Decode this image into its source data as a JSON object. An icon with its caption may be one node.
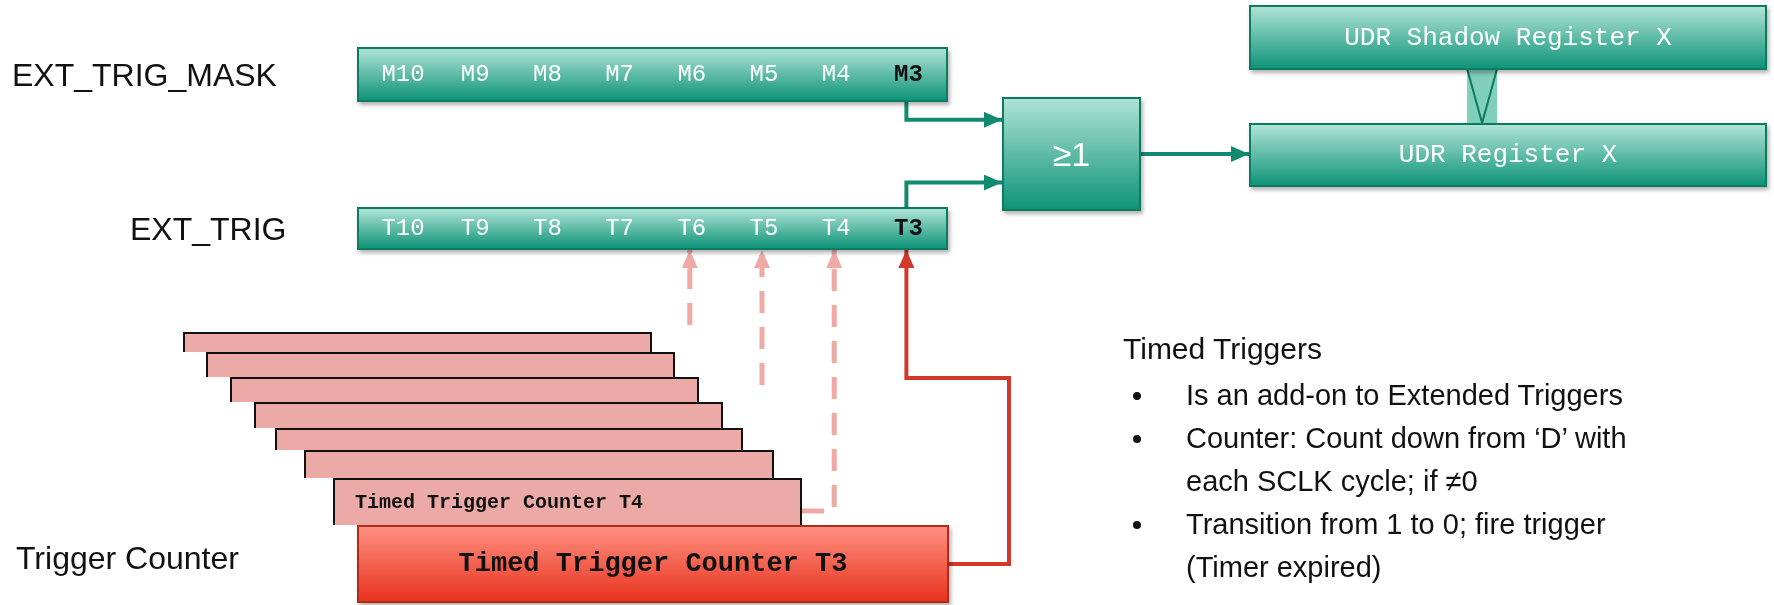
{
  "diagram": {
    "nodes": [
      {
        "text": [
          "EXT_TRIG_MASK"
        ]
      },
      {
        "text": [
          "M10"
        ],
        "in": 0
      },
      {
        "text": [
          "M9"
        ],
        "in": 0
      },
      {
        "text": [
          "M8"
        ],
        "in": 0
      },
      {
        "text": [
          "M7"
        ],
        "in": 0
      },
      {
        "text": [
          "M6"
        ],
        "in": 0
      },
      {
        "text": [
          "M5"
        ],
        "in": 0
      },
      {
        "text": [
          "M4"
        ],
        "in": 0
      },
      {
        "text": [
          "M3"
        ],
        "in": 0
      },
      {
        "text": [
          "≥1"
        ]
      },
      {
        "text": [
          "UDR Shadow Register X"
        ]
      },
      {
        "text": [
          "UDR Register X"
        ]
      },
      {
        "text": [
          "EXT_TRIG"
        ]
      },
      {
        "text": [
          "T10"
        ],
        "in": 12
      },
      {
        "text": [
          "T9"
        ],
        "in": 12
      },
      {
        "text": [
          "T8"
        ],
        "in": 12
      },
      {
        "text": [
          "T7"
        ],
        "in": 12
      },
      {
        "text": [
          "T6"
        ],
        "in": 12
      },
      {
        "text": [
          "T5"
        ],
        "in": 12
      },
      {
        "text": [
          "T4"
        ],
        "in": 12
      },
      {
        "text": [
          "T3"
        ],
        "in": 12
      },
      {
        "text": [],
        "shape": "box"
      },
      {
        "text": [],
        "shape": "box"
      },
      {
        "text": [],
        "shape": "box"
      },
      {
        "text": [],
        "shape": "box"
      },
      {
        "text": [],
        "shape": "box"
      },
      {
        "text": [],
        "shape": "box"
      },
      {
        "text": [
          "Timed Trigger Counter T4"
        ]
      },
      {
        "text": [
          "Timed Trigger Counter T3"
        ]
      }
    ],
    "edges": [
      {
        "from": 8,
        "to": 9,
        "arrow": "to"
      },
      {
        "from": 20,
        "to": 9,
        "arrow": "to"
      },
      {
        "from": 9,
        "to": 11,
        "arrow": "to"
      },
      {
        "from": 10,
        "to": 11,
        "arrow": "to",
        "style": "thick",
        "color": "#7fcfba"
      },
      {
        "from": 28,
        "to": 20,
        "arrow": "to",
        "color": "#d0392b"
      },
      {
        "from": 27,
        "to": 19,
        "arrow": "to",
        "style": "dashed",
        "color": "#f0aaa6"
      },
      {
        "from": null,
        "to": 18,
        "arrow": "to",
        "style": "dashed",
        "color": "#f0aaa6"
      },
      {
        "from": null,
        "to": 17,
        "arrow": "to",
        "style": "dashed",
        "color": "#f0aaa6"
      }
    ],
    "labels": [
      "Trigger Counter",
      "Timed Triggers",
      "Is an add-on to Extended Triggers",
      "Counter: Count down from ‘D’ with each SCLK cycle; if ≠0",
      "Transition from 1 to 0; fire trigger (Timer expired)"
    ]
  }
}
